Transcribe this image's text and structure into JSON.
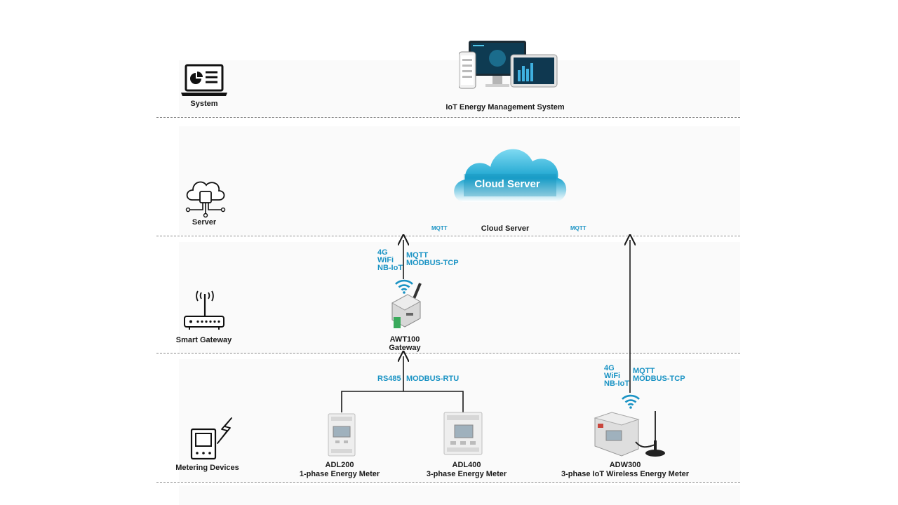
{
  "layers": {
    "system": "System",
    "server": "Server",
    "gateway": "Smart Gateway",
    "metering": "Metering Devices"
  },
  "system": {
    "title": "IoT Energy Management System"
  },
  "server": {
    "cloud_label": "Cloud Server",
    "caption": "Cloud Server",
    "mqtt_left": "MQTT",
    "mqtt_right": "MQTT"
  },
  "gateway_device": {
    "name": "AWT100",
    "type": "Gateway",
    "networks": [
      "4G",
      "WiFi",
      "NB-IoT"
    ],
    "protocols": [
      "MQTT",
      "MODBUS-TCP"
    ]
  },
  "bus": {
    "interface": "RS485",
    "protocol": "MODBUS-RTU"
  },
  "meters": [
    {
      "name": "ADL200",
      "desc": "1-phase Energy Meter"
    },
    {
      "name": "ADL400",
      "desc": "3-phase Energy Meter"
    },
    {
      "name": "ADW300",
      "desc": "3-phase IoT Wireless Energy Meter"
    }
  ],
  "wireless_meter": {
    "networks": [
      "4G",
      "WiFi",
      "NB-IoT"
    ],
    "protocols": [
      "MQTT",
      "MODBUS-TCP"
    ]
  },
  "colors": {
    "accent": "#1a93c4",
    "text": "#1a1a1a",
    "divider": "#8a8a8a"
  }
}
